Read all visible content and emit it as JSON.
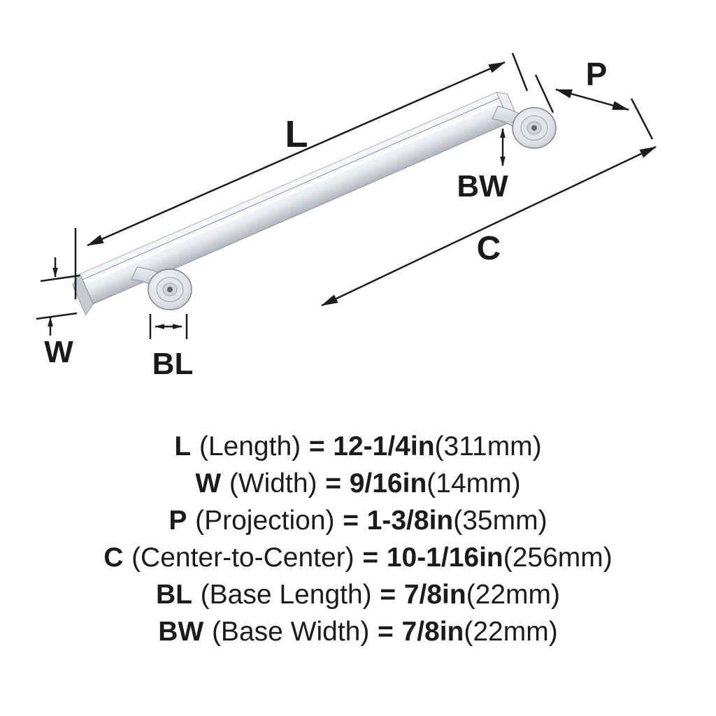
{
  "diagram": {
    "labels": {
      "L": "L",
      "W": "W",
      "P": "P",
      "C": "C",
      "BW": "BW",
      "BL": "BL"
    }
  },
  "specs": [
    {
      "symbol": "L",
      "name": "(Length)",
      "equals": "=",
      "value": "12-1/4in",
      "metric": "(311mm)"
    },
    {
      "symbol": "W",
      "name": "(Width)",
      "equals": "=",
      "value": "9/16in",
      "metric": "(14mm)"
    },
    {
      "symbol": "P",
      "name": "(Projection)",
      "equals": "=",
      "value": "1-3/8in",
      "metric": "(35mm)"
    },
    {
      "symbol": "C",
      "name": "(Center-to-Center)",
      "equals": "=",
      "value": "10-1/16in",
      "metric": "(256mm)"
    },
    {
      "symbol": "BL",
      "name": "(Base Length)",
      "equals": "=",
      "value": "7/8in",
      "metric": "(22mm)"
    },
    {
      "symbol": "BW",
      "name": "(Base Width)",
      "equals": "=",
      "value": "7/8in",
      "metric": "(22mm)"
    }
  ],
  "colors": {
    "line": "#1c1c1c",
    "text": "#1b1b1b",
    "metal_light": "#fafbfc",
    "metal_mid": "#d9dee2",
    "metal_dark": "#9aa1a7"
  }
}
